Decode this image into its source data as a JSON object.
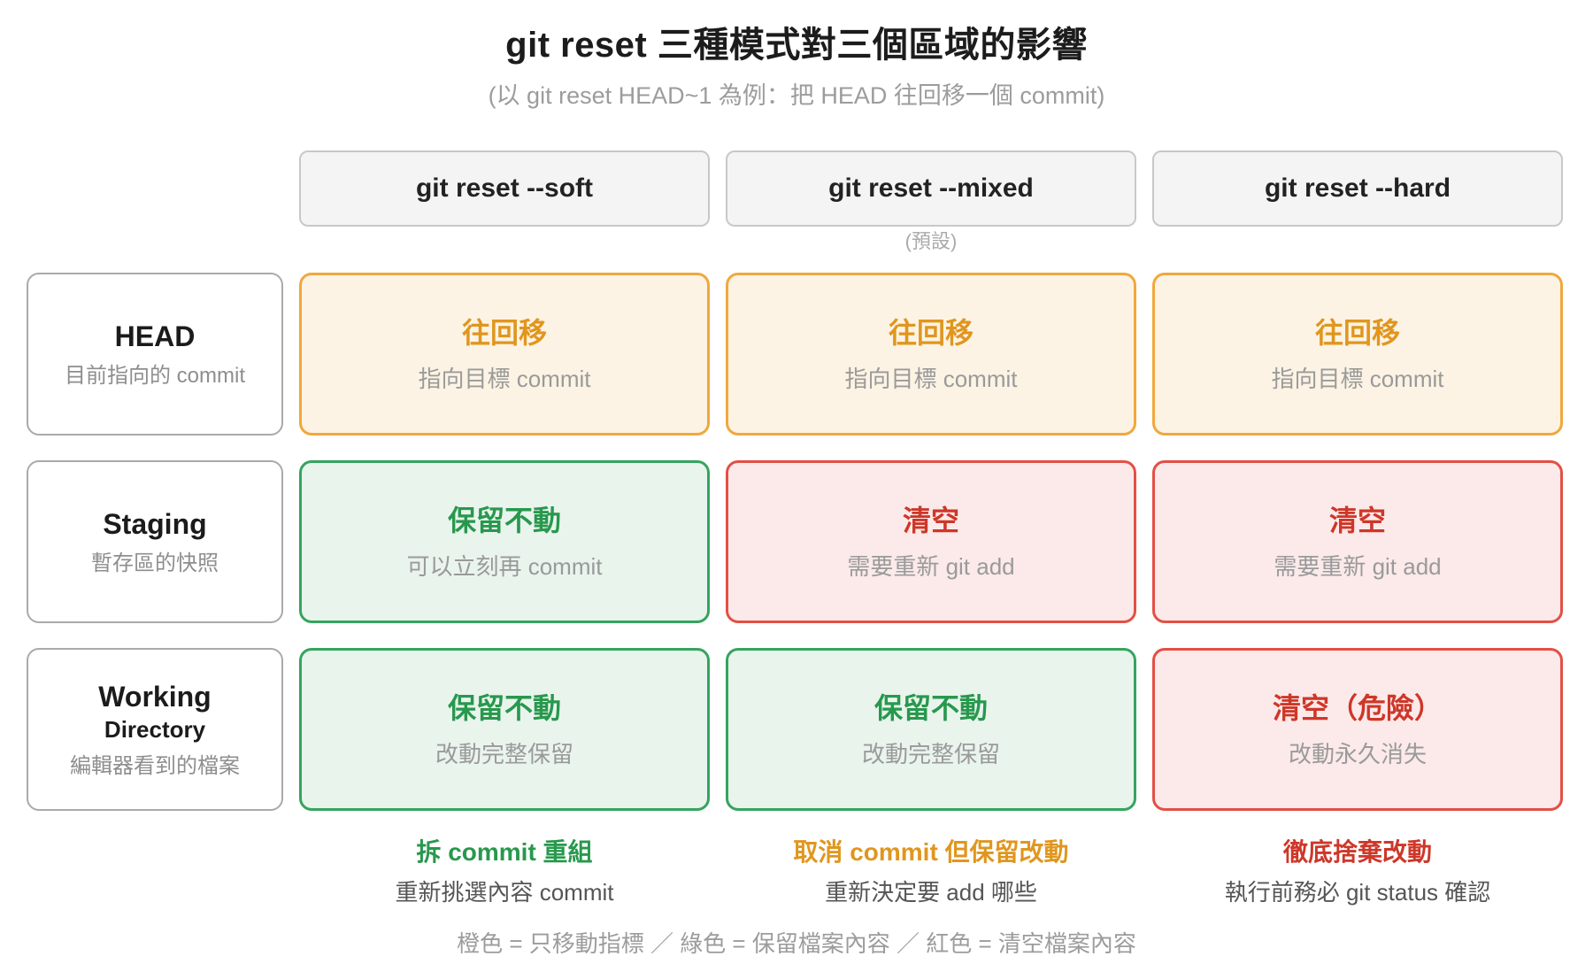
{
  "title": "git reset 三種模式對三個區域的影響",
  "subtitle": "(以 git reset HEAD~1 為例：把 HEAD 往回移一個 commit)",
  "columns": [
    {
      "header": "git reset --soft",
      "note": "",
      "summary_title": "拆 commit 重組",
      "summary_desc": "重新挑選內容 commit"
    },
    {
      "header": "git reset --mixed",
      "note": "(預設)",
      "summary_title": "取消 commit 但保留改動",
      "summary_desc": "重新決定要 add 哪些"
    },
    {
      "header": "git reset --hard",
      "note": "",
      "summary_title": "徹底捨棄改動",
      "summary_desc": "執行前務必 git status 確認"
    }
  ],
  "rows": [
    {
      "title": "HEAD",
      "title2": "",
      "desc": "目前指向的 commit",
      "cells": [
        {
          "tone": "orange",
          "title": "往回移",
          "desc": "指向目標 commit"
        },
        {
          "tone": "orange",
          "title": "往回移",
          "desc": "指向目標 commit"
        },
        {
          "tone": "orange",
          "title": "往回移",
          "desc": "指向目標 commit"
        }
      ]
    },
    {
      "title": "Staging",
      "title2": "",
      "desc": "暫存區的快照",
      "cells": [
        {
          "tone": "green",
          "title": "保留不動",
          "desc": "可以立刻再 commit"
        },
        {
          "tone": "red",
          "title": "清空",
          "desc": "需要重新 git add"
        },
        {
          "tone": "red",
          "title": "清空",
          "desc": "需要重新 git add"
        }
      ]
    },
    {
      "title": "Working",
      "title2": "Directory",
      "desc": "編輯器看到的檔案",
      "cells": [
        {
          "tone": "green",
          "title": "保留不動",
          "desc": "改動完整保留"
        },
        {
          "tone": "green",
          "title": "保留不動",
          "desc": "改動完整保留"
        },
        {
          "tone": "red",
          "title": "清空（危險）",
          "desc": "改動永久消失"
        }
      ]
    }
  ],
  "footer": "橙色 = 只移動指標 ／ 綠色 = 保留檔案內容 ／ 紅色 = 清空檔案內容",
  "colors": {
    "orange_border": "#F0A83C",
    "orange_bg": "#FCF3E4",
    "orange_text": "#E0961E",
    "green_border": "#35A45F",
    "green_bg": "#E9F4ED",
    "green_text": "#28984D",
    "red_border": "#E25045",
    "red_bg": "#FBEAE9",
    "red_text": "#CE3729",
    "header_box_bg": "#F4F4F4",
    "header_box_border": "#C8C8C8",
    "row_label_border": "#AAAAAA",
    "muted_text": "#9A9A9A",
    "summary_desc_text": "#555555",
    "title_text": "#1C1C1C"
  }
}
